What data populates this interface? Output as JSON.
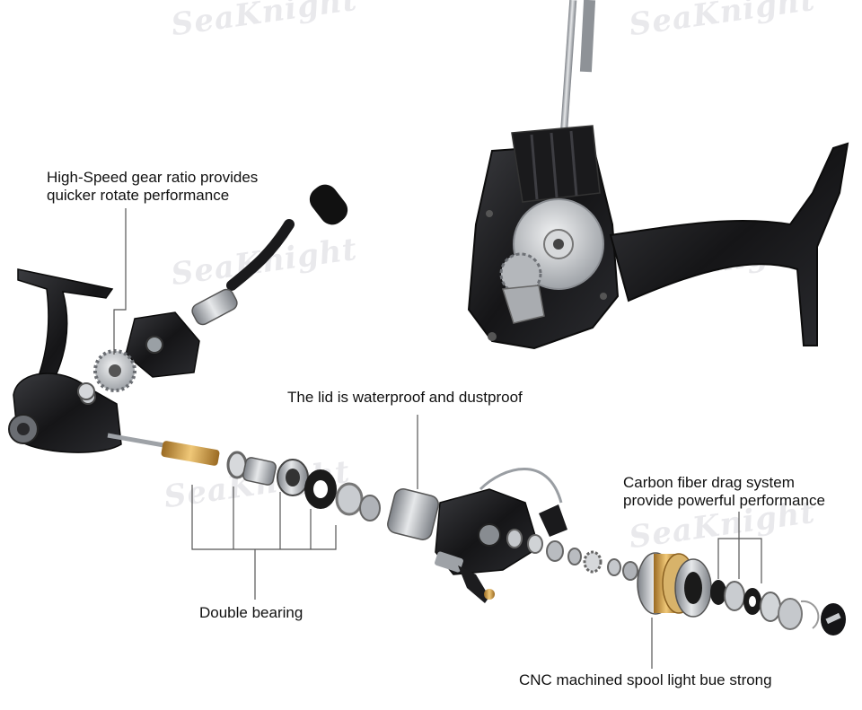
{
  "brand": {
    "watermark_text": "SeaKnight"
  },
  "colors": {
    "reel_black": "#1c1c1e",
    "metal_silver": "#b9bcc0",
    "metal_dark": "#5a5d62",
    "brass": "#c9963e",
    "leader_line": "#555555",
    "text": "#111111"
  },
  "callouts": {
    "gear_ratio": {
      "line1": "High-Speed gear ratio provides",
      "line2": "quicker rotate performance"
    },
    "lid": {
      "text": "The lid is waterproof and dustproof"
    },
    "carbon_drag": {
      "line1": "Carbon fiber drag system",
      "line2": "provide powerful performance"
    },
    "double_bearing": {
      "text": "Double bearing"
    },
    "cnc_spool": {
      "text": "CNC machined spool light bue strong"
    }
  }
}
